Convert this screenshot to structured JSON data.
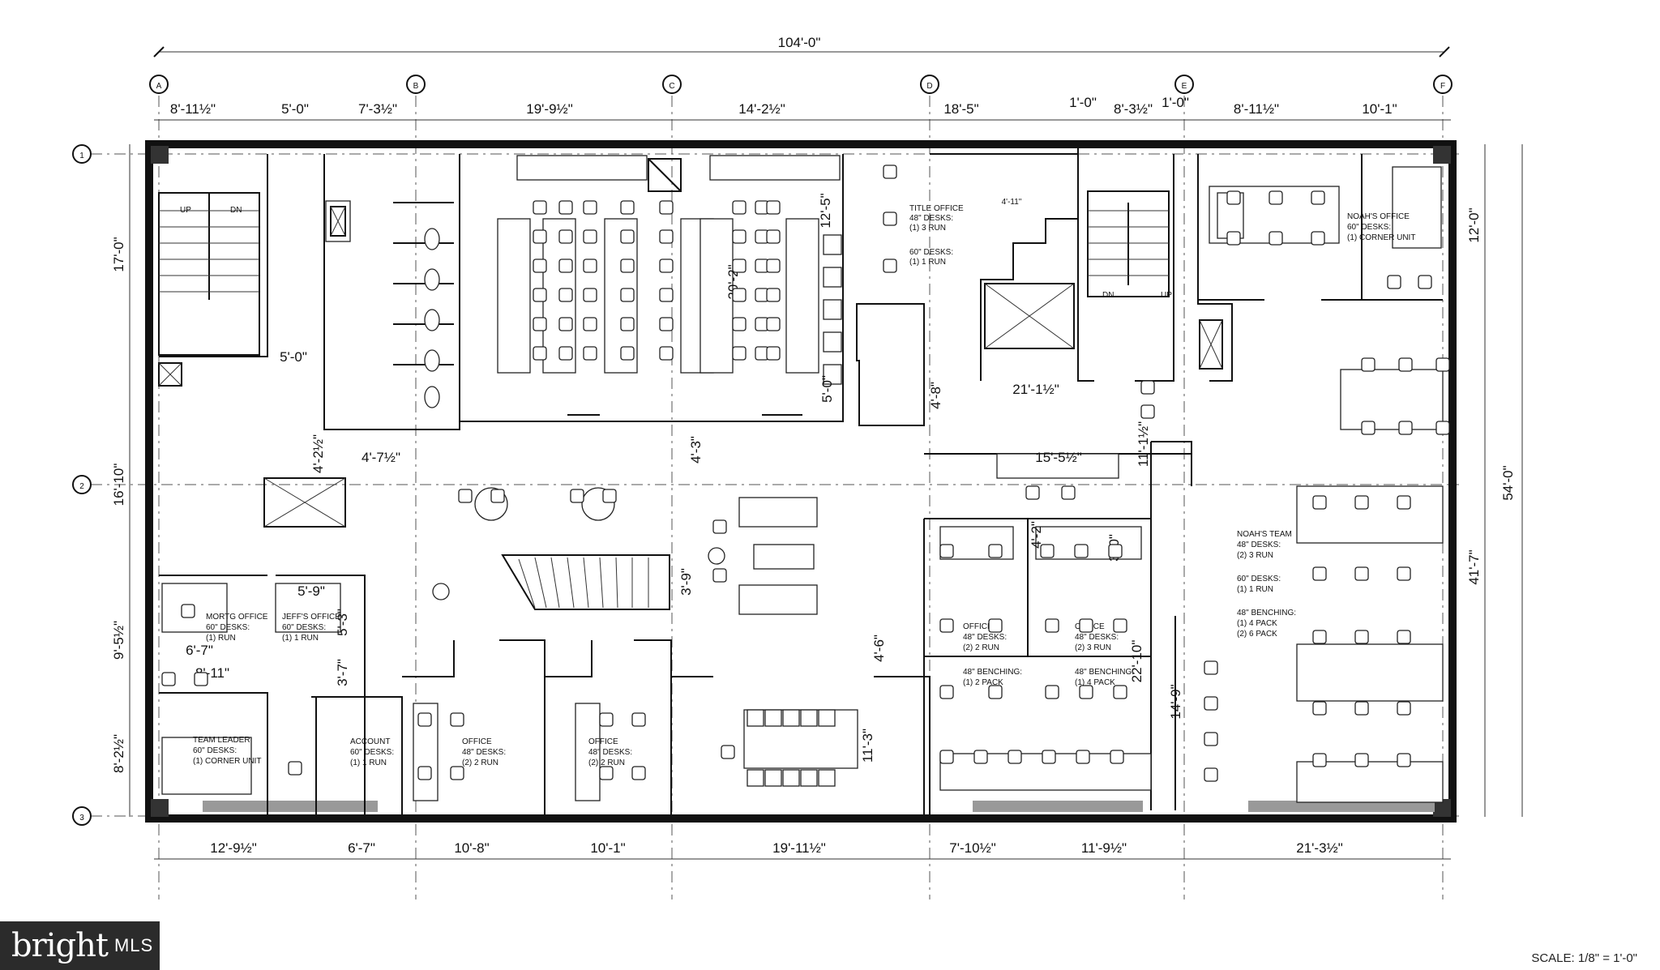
{
  "overall": {
    "width": "104'-0\"",
    "depth": "54'-0\""
  },
  "column_grid": [
    "A",
    "B",
    "C",
    "D",
    "E",
    "F"
  ],
  "row_grid": [
    "1",
    "2",
    "3"
  ],
  "top_dims": [
    "8'-11½\"",
    "5'-0\"",
    "7'-3½\"",
    "19'-9½\"",
    "14'-2½\"",
    "18'-5\"",
    "1'-0\"",
    "8'-3½\"",
    "1'-0\"",
    "8'-11½\"",
    "10'-1\""
  ],
  "bottom_dims": [
    "12'-9½\"",
    "6'-7\"",
    "10'-8\"",
    "10'-1\"",
    "19'-11½\"",
    "7'-10½\"",
    "11'-9½\"",
    "21'-3½\""
  ],
  "left_dims": [
    "17'-0\"",
    "16'-10\"",
    "9'-5½\"",
    "8'-2½\""
  ],
  "right_dims": [
    "12'-0\"",
    "41'-7\""
  ],
  "interior_dims": [
    "5'-0\"",
    "4'-2½\"",
    "4'-7½\"",
    "4'-3\"",
    "3'-9\"",
    "12'-5\"",
    "20'-2\"",
    "5'-0\"",
    "4'-8\"",
    "21'-1½\"",
    "15'-5½\"",
    "4'-2\"",
    "3'-0\"",
    "4'-6\"",
    "14'-9\"",
    "22'-10\"",
    "11'-3\"",
    "5'-9\"",
    "6'-7\"",
    "8'-11\"",
    "3'-7\"",
    "5'-3\"",
    "4'-11\"",
    "11'-1½\""
  ],
  "stairs": {
    "up": "UP",
    "dn": "DN"
  },
  "rooms": {
    "title_office": [
      "TITLE OFFICE",
      "48\" DESKS:",
      "(1) 3 RUN",
      "60\" DESKS:",
      "(1) 1 RUN"
    ],
    "noahs_office": [
      "NOAH'S OFFICE",
      "60\" DESKS:",
      "(1) CORNER UNIT"
    ],
    "noahs_team": [
      "NOAH'S TEAM",
      "48\" DESKS:",
      "(2) 3 RUN",
      "60\" DESKS:",
      "(1) 1 RUN",
      "48\" BENCHING:",
      "(1) 4 PACK",
      "(2) 6 PACK"
    ],
    "mortg_office": [
      "MORTG OFFICE",
      "60\" DESKS:",
      "(1) RUN"
    ],
    "jeffs_office": [
      "JEFF'S OFFICE",
      "60\" DESKS:",
      "(1) 1 RUN"
    ],
    "team_leader": [
      "TEAM LEADER",
      "60\" DESKS:",
      "(1) CORNER UNIT"
    ],
    "account": [
      "ACCOUNT",
      "60\" DESKS:",
      "(1) 1 RUN"
    ],
    "office_1": [
      "OFFICE",
      "48\" DESKS:",
      "(2) 2 RUN"
    ],
    "office_2": [
      "OFFICE",
      "48\" DESKS:",
      "(2) 2 RUN"
    ],
    "office_3": [
      "OFFICE",
      "48\" DESKS:",
      "(2) 2 RUN",
      "48\" BENCHING:",
      "(1) 2 PACK"
    ],
    "office_4": [
      "OFFICE",
      "48\" DESKS:",
      "(2) 3 RUN",
      "48\" BENCHING:",
      "(1) 4 PACK"
    ]
  },
  "logo": {
    "word": "bright",
    "suffix": "MLS"
  },
  "scale": "SCALE: 1/8\" = 1'-0\""
}
